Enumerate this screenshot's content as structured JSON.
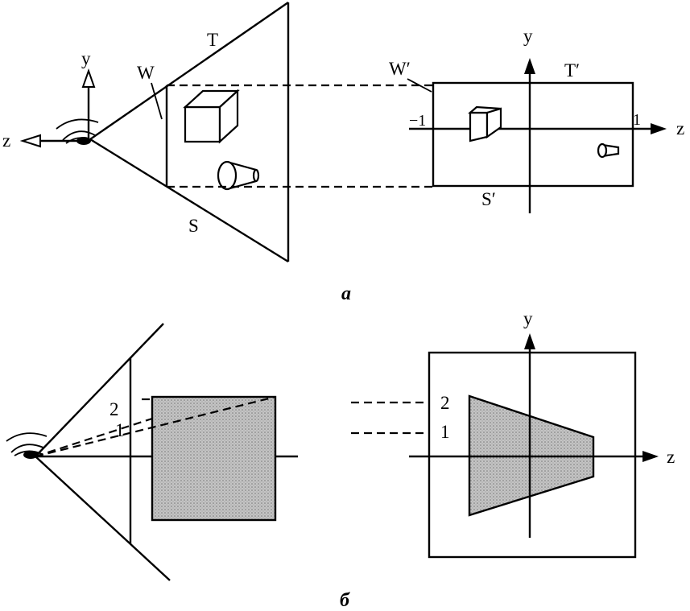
{
  "panel_a": {
    "caption": "а",
    "left": {
      "y_axis_label": "y",
      "z_axis_label": "z",
      "plane_label": "W",
      "top_edge_label": "T",
      "bottom_edge_label": "S"
    },
    "right": {
      "y_axis_label": "y",
      "z_axis_label": "z",
      "plane_label": "W′",
      "top_edge_label": "T′",
      "bottom_edge_label": "S′",
      "left_bound_label": "−1",
      "right_bound_label": "1"
    }
  },
  "panel_b": {
    "caption": "б",
    "left": {
      "ray_2_label": "2",
      "ray_1_label": "1"
    },
    "right": {
      "y_axis_label": "y",
      "z_axis_label": "z",
      "level_2_label": "2",
      "level_1_label": "1"
    }
  },
  "colors": {
    "ink": "#000000",
    "shade": "#bdbdbd",
    "paper": "#ffffff"
  }
}
